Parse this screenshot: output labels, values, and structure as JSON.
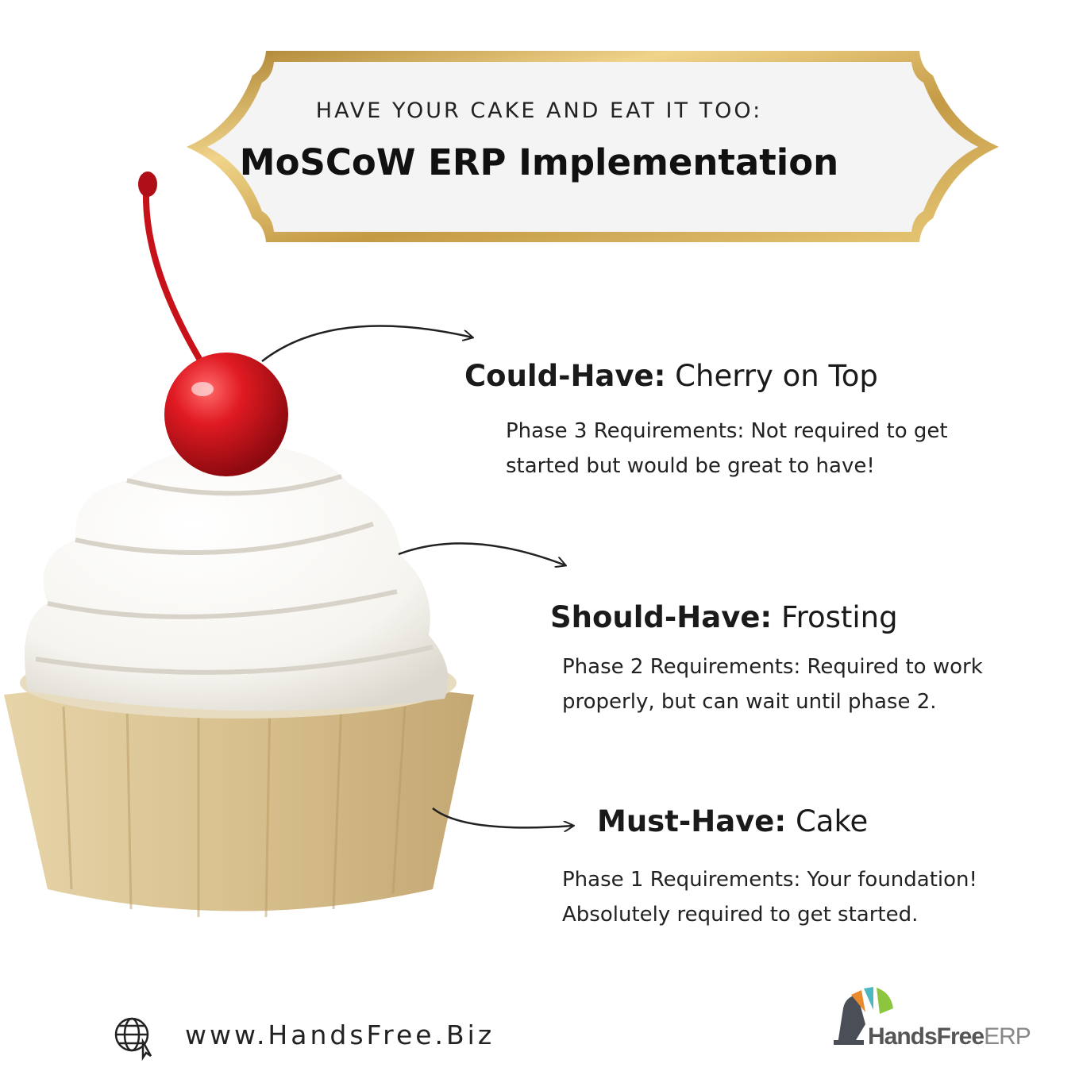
{
  "header": {
    "subtitle": "HAVE YOUR CAKE AND EAT IT TOO:",
    "title": "MoSCoW ERP Implementation"
  },
  "items": [
    {
      "label": "Could-Have:",
      "value": "Cherry on Top",
      "lines": [
        "Phase 3 Requirements: Not required to get",
        "started but would be great to have!"
      ]
    },
    {
      "label": "Should-Have:",
      "value": "Frosting",
      "lines": [
        "Phase 2 Requirements: Required to work",
        "properly, but can wait until phase 2."
      ]
    },
    {
      "label": "Must-Have:",
      "value": " Cake",
      "lines": [
        "Phase 1 Requirements: Your foundation!",
        "Absolutely required to get started."
      ]
    }
  ],
  "footer": {
    "website": "www.HandsFree.Biz",
    "website_icon": "globe-icon",
    "logo_bold": "HandsFree",
    "logo_light": "ERP"
  },
  "colors": {
    "gold": "#c9a24a",
    "cherry": "#d7141c",
    "cake": "#d9c394"
  }
}
